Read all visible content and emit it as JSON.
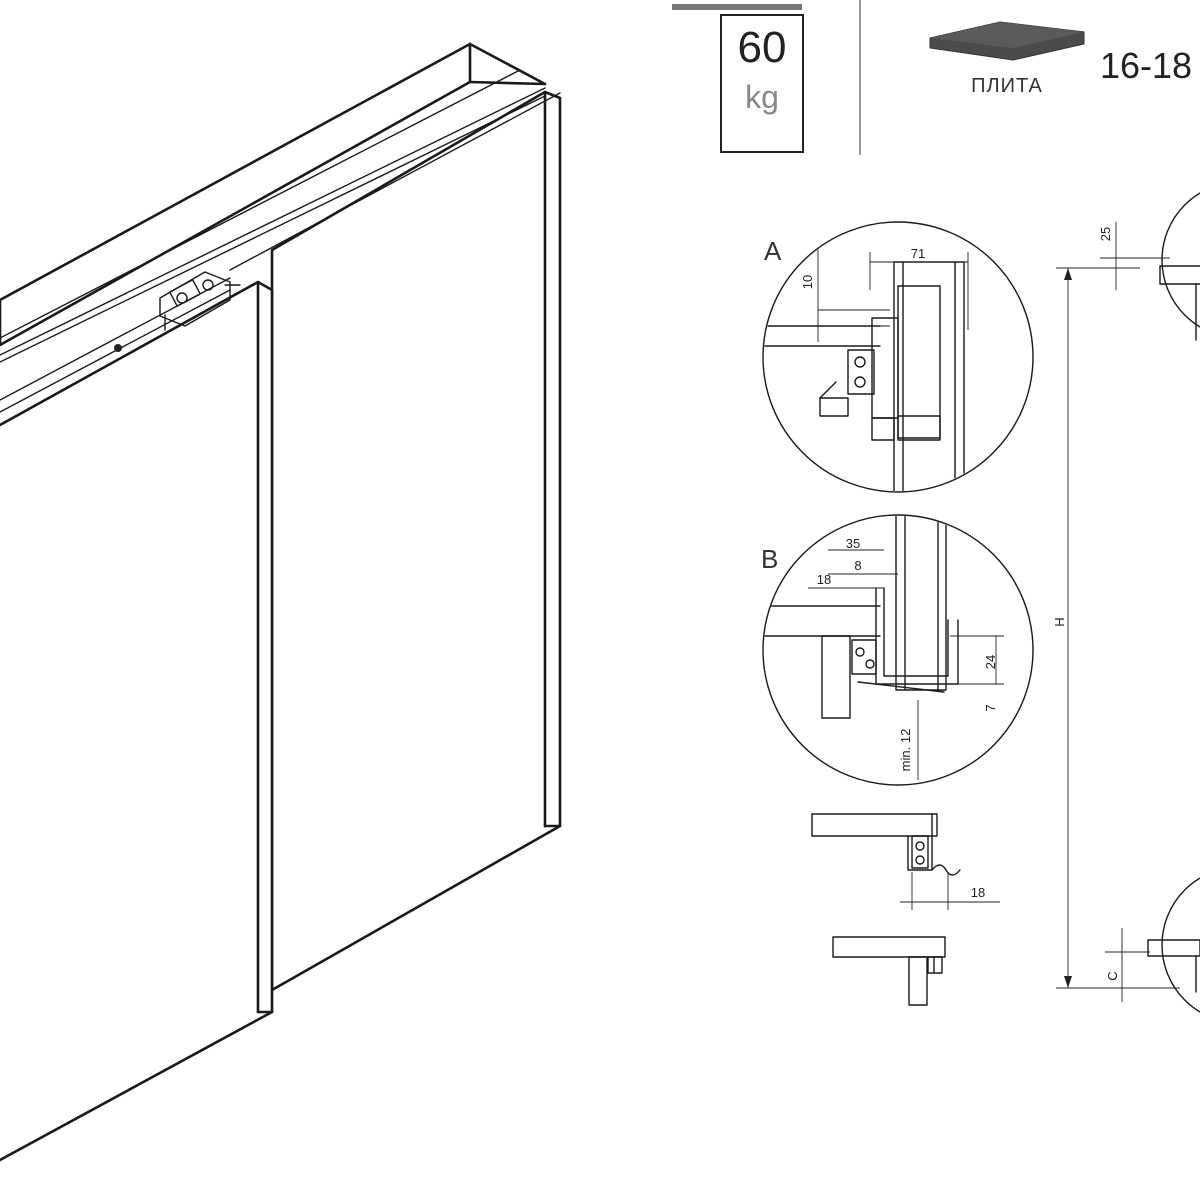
{
  "badge": {
    "weight": "60",
    "unit": "kg"
  },
  "plate": {
    "label": "ПЛИТА",
    "thickness": "16-18"
  },
  "details": {
    "a": {
      "label": "A",
      "dims": [
        "71",
        "10"
      ]
    },
    "b": {
      "label": "B",
      "dims": [
        "35",
        "8",
        "18",
        "24",
        "7",
        "min. 12"
      ]
    }
  },
  "side": {
    "dim_bottom": "18"
  },
  "overall": {
    "top": "25",
    "height": "H",
    "bottom": "C"
  }
}
